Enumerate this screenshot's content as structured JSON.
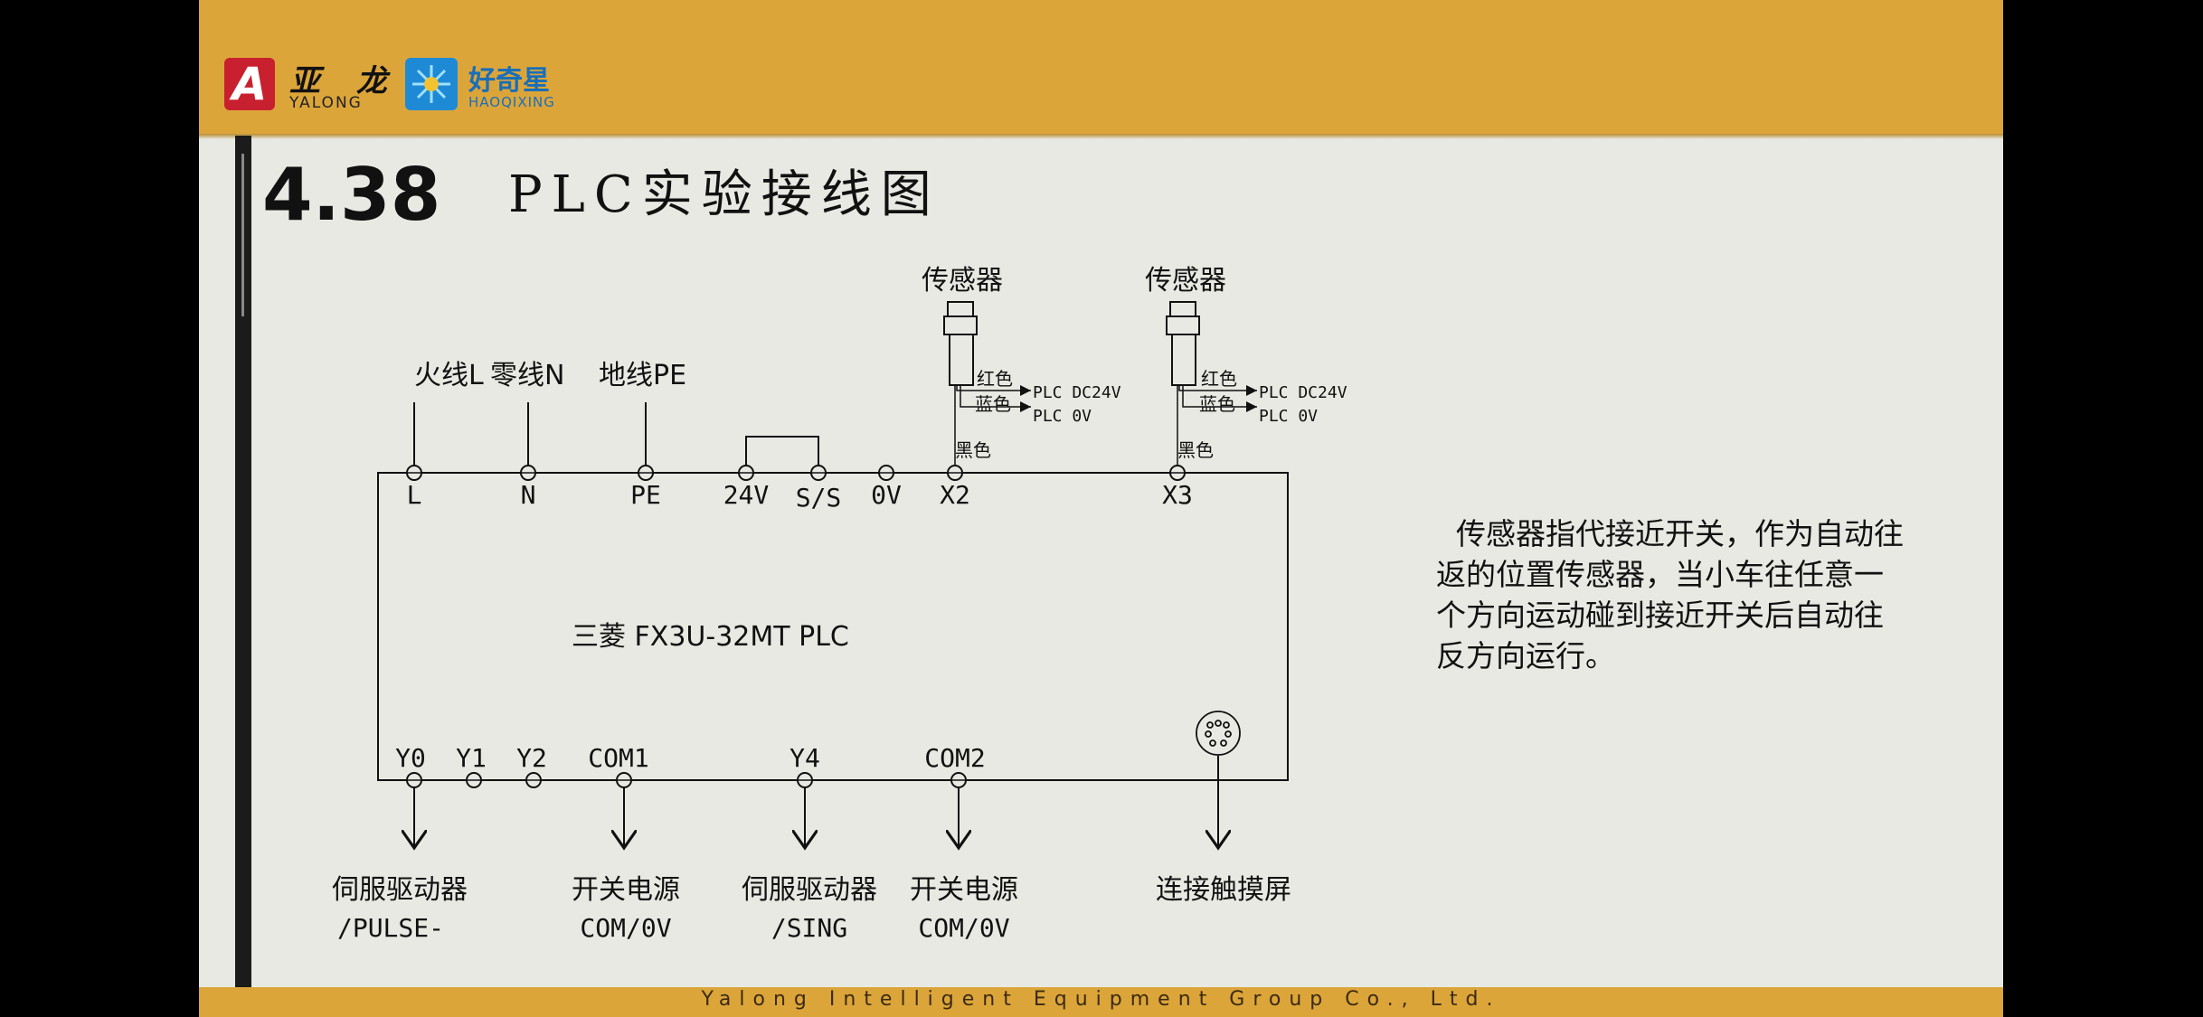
{
  "header": {
    "logo1_cn": "亚 龙",
    "logo1_en": "YALONG",
    "logo2_cn": "好奇星",
    "logo2_en": "HAOQIXING"
  },
  "title": {
    "number": "4.38",
    "text": "PLC实验接线图"
  },
  "diagram": {
    "top_labels": {
      "live": "火线L",
      "neutral": "零线N",
      "ground": "地线PE"
    },
    "sensor_label": "传感器",
    "wire_red": "红色",
    "wire_blue": "蓝色",
    "wire_black": "黑色",
    "dest_24v": "PLC DC24V",
    "dest_0v": "PLC 0V",
    "top_terminals": [
      "L",
      "N",
      "PE",
      "24V",
      "S/S",
      "0V",
      "X2",
      "X3"
    ],
    "plc_model": "三菱 FX3U-32MT PLC",
    "bottom_terminals": [
      "Y0",
      "Y1",
      "Y2",
      "COM1",
      "Y4",
      "COM2"
    ],
    "outputs": [
      {
        "line1": "伺服驱动器",
        "line2": "/PULSE-"
      },
      {
        "line1": "开关电源",
        "line2": "COM/0V"
      },
      {
        "line1": "伺服驱动器",
        "line2": "/SING"
      },
      {
        "line1": "开关电源",
        "line2": "COM/0V"
      },
      {
        "line1": "连接触摸屏",
        "line2": ""
      }
    ]
  },
  "description": "传感器指代接近开关，作为自动往返的位置传感器，当小车往任意一个方向运动碰到接近开关后自动往反方向运行。",
  "footer": "Yalong Intelligent Equipment Group Co., Ltd.",
  "colors": {
    "bar": "#dca53a",
    "background": "#e8e9e3",
    "logo_red": "#c8202e",
    "logo_blue": "#1e8ad6"
  }
}
